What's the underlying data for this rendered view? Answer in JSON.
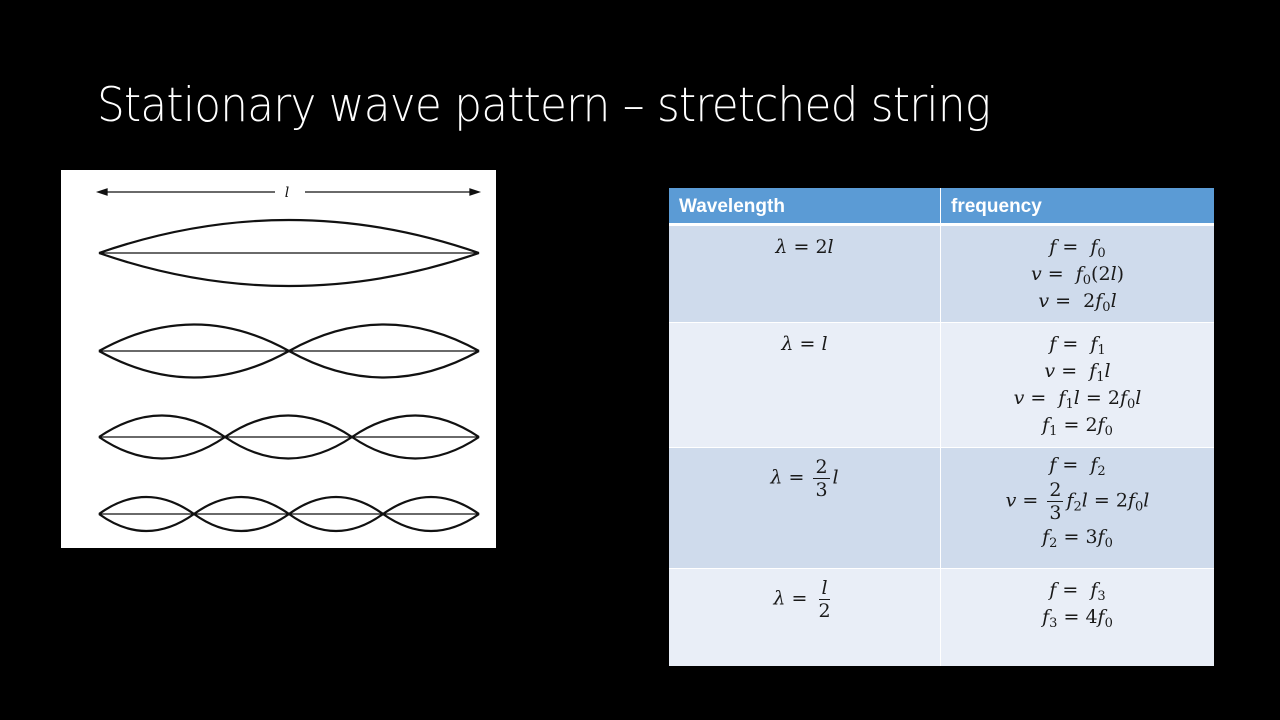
{
  "slide": {
    "title": "Stationary wave pattern – stretched string",
    "background_color": "#000000"
  },
  "figure": {
    "length_label": "l",
    "harmonics": [
      {
        "loops": 1
      },
      {
        "loops": 2
      },
      {
        "loops": 3
      },
      {
        "loops": 4
      }
    ]
  },
  "table": {
    "header_color": "#5b9bd5",
    "row_colors": [
      "#cfdbec",
      "#e9eef7"
    ],
    "headers": [
      "Wavelength",
      "frequency"
    ],
    "rows": [
      {
        "wavelength": "λ = 2l",
        "frequency": [
          "f = f0",
          "v = f0(2l)",
          "v = 2f0l"
        ]
      },
      {
        "wavelength": "λ = l",
        "frequency": [
          "f = f1",
          "v = f1l",
          "v = f1l = 2f0l",
          "f1 = 2f0"
        ]
      },
      {
        "wavelength": "λ = (2/3)l",
        "frequency": [
          "f = f2",
          "v = (2/3)f2l = 2f0l",
          "f2 = 3f0"
        ]
      },
      {
        "wavelength": "λ = l/2",
        "frequency": [
          "f = f3",
          "f3 = 4f0"
        ]
      }
    ]
  }
}
